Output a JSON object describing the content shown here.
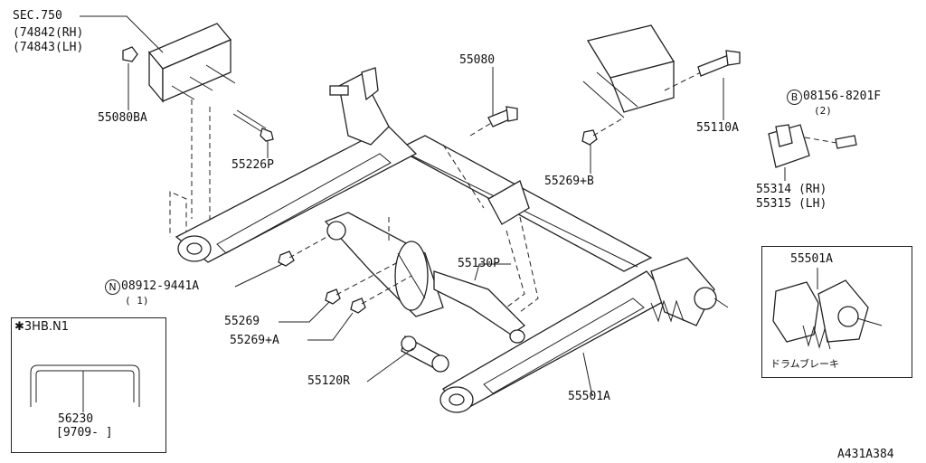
{
  "labels": {
    "sec_750": "SEC.750",
    "sec_rh": "(74842(RH)",
    "sec_lh": "(74843(LH)",
    "p55080BA": "55080BA",
    "p55226P": "55226P",
    "p55080": "55080",
    "p55110A": "55110A",
    "p55269B": "55269+B",
    "bolt_code": "08156-8201F",
    "bolt_qty": "(2)",
    "p55314": "55314 (RH)",
    "p55315": "55315 (LH)",
    "nut_code": "08912-9441A",
    "nut_qty": "( 1)",
    "p55130P": "55130P",
    "p55269": "55269",
    "p55269A": "55269+A",
    "p55120R": "55120R",
    "p55501A_main": "55501A",
    "p55501A_inset": "55501A",
    "drum_brake": "ドラムブレーキ",
    "hb_title": "✱3HB.N1",
    "p56230": "56230",
    "p56230_date": "[9709-     ]",
    "diagram_code": "A431A384",
    "circle_b": "B",
    "circle_n": "N"
  },
  "colors": {
    "ink": "#222222",
    "paper": "#ffffff"
  }
}
